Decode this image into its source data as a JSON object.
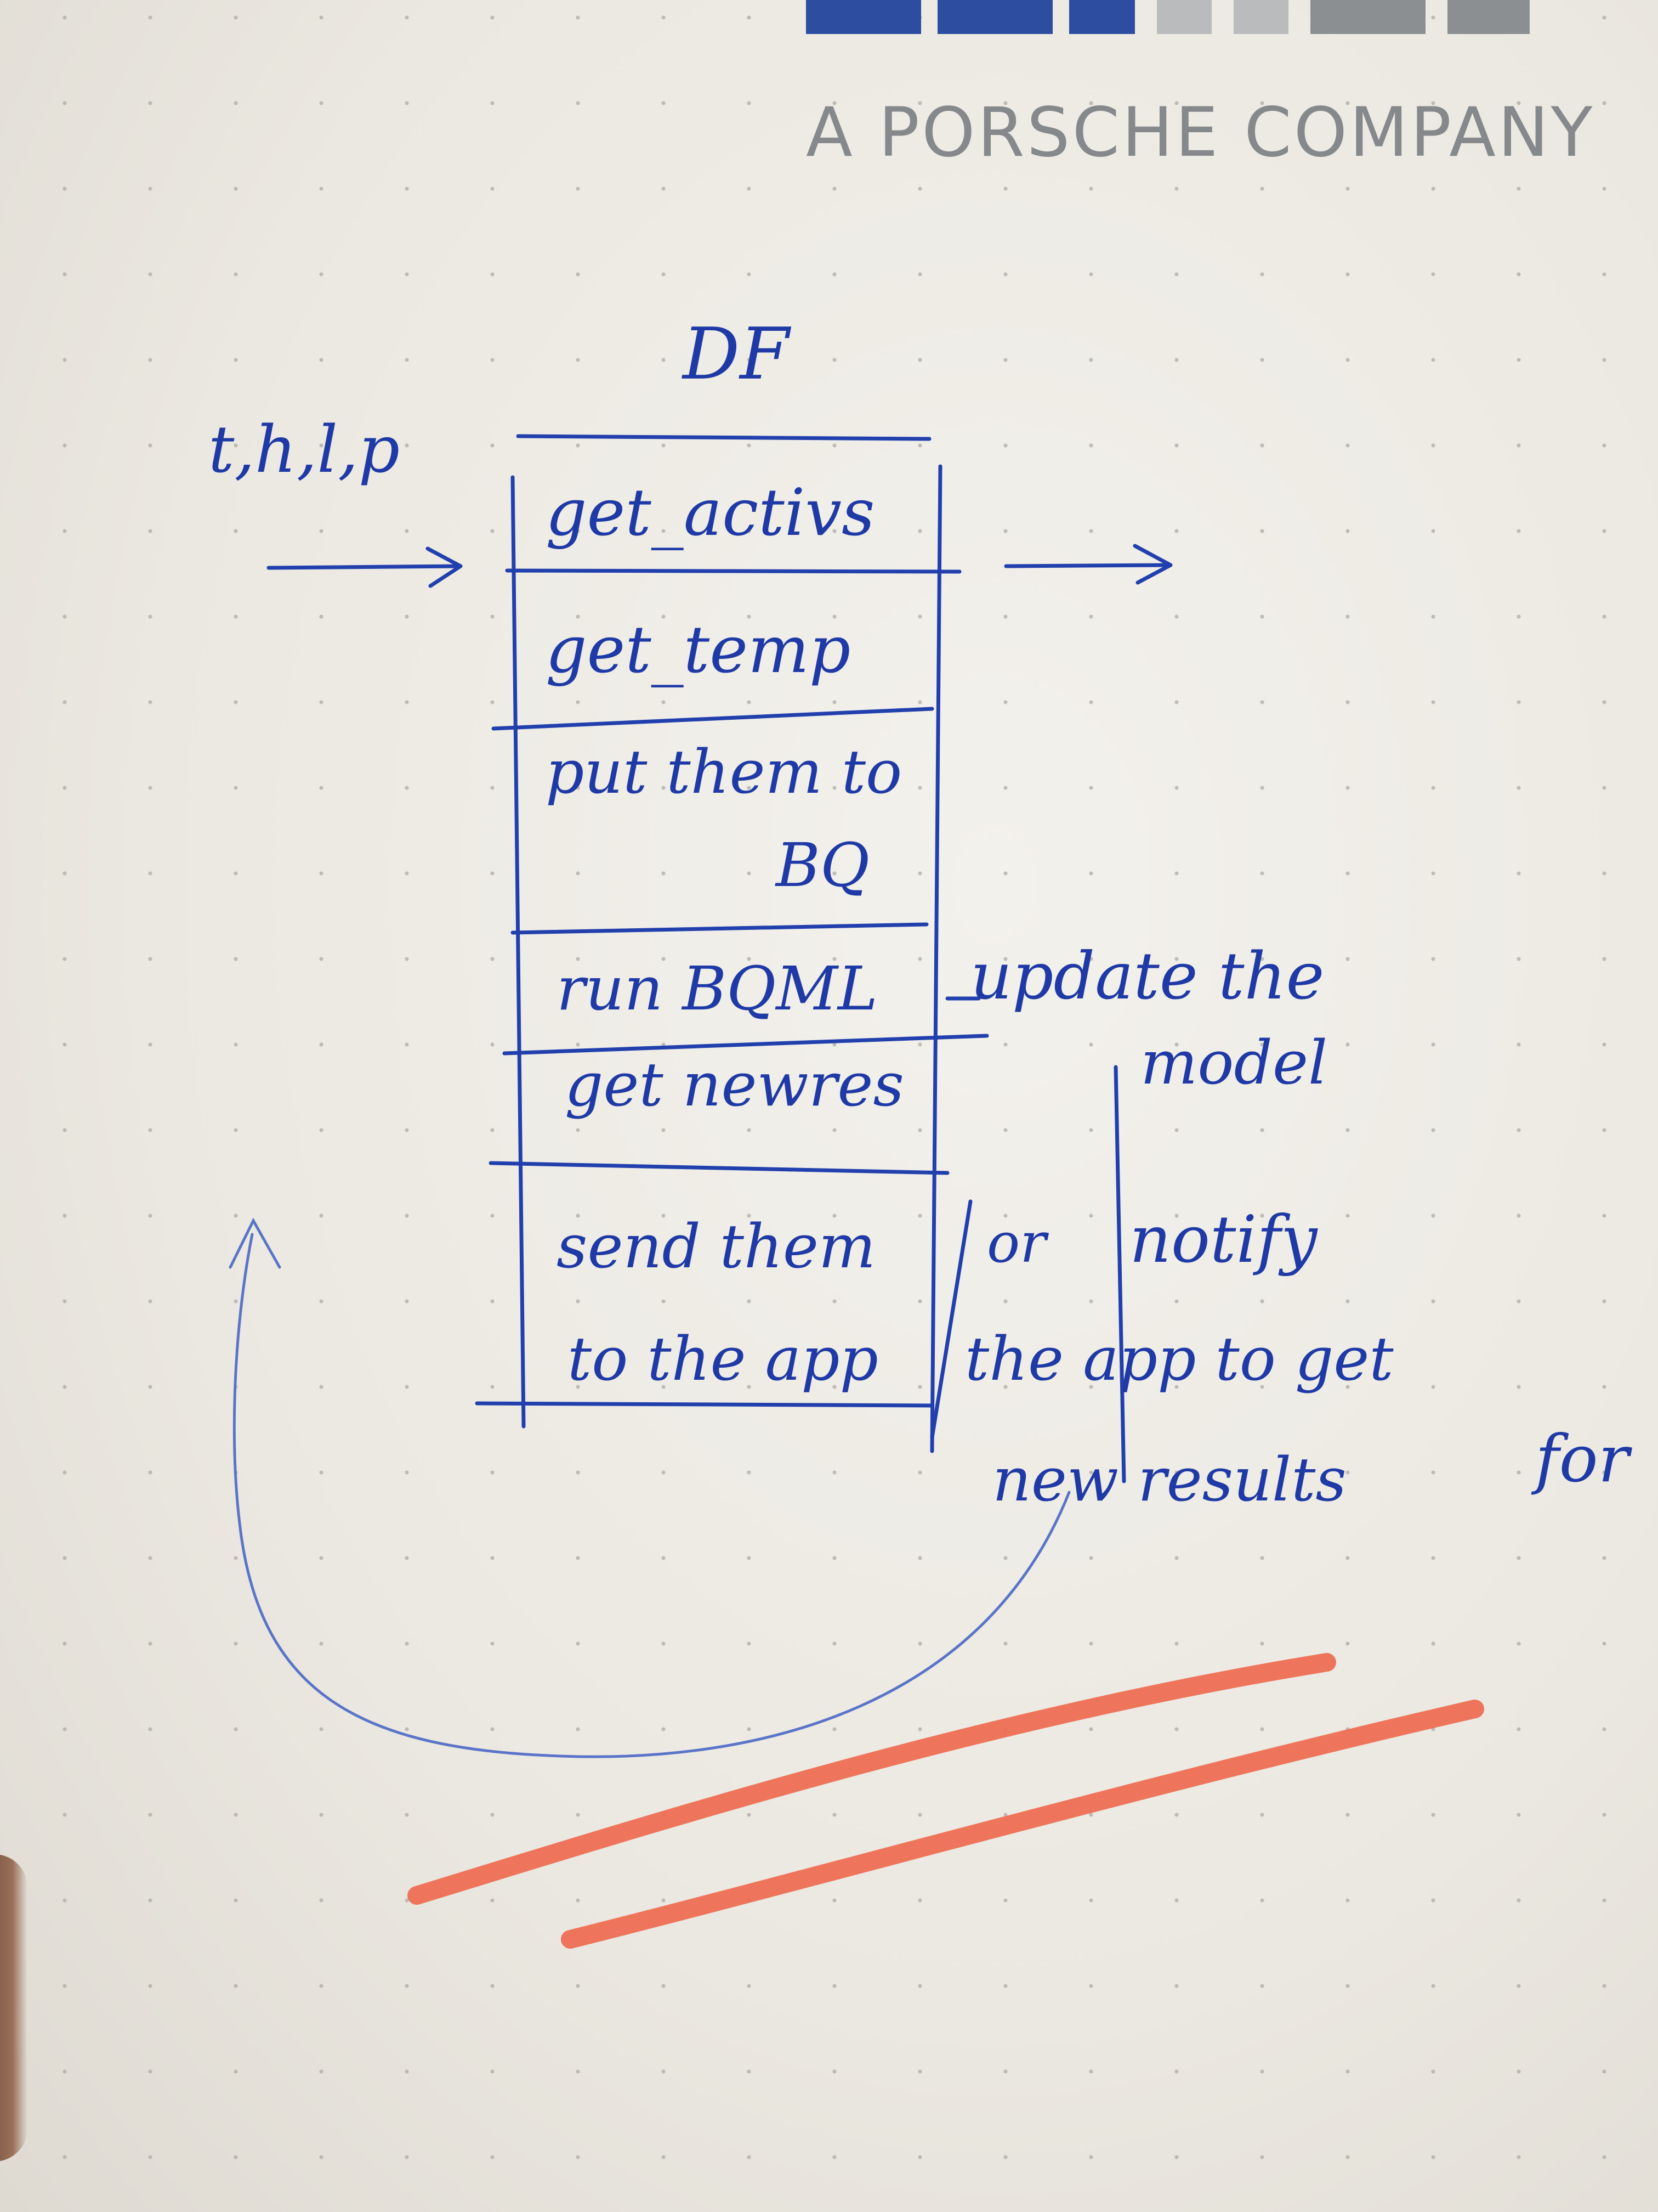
{
  "logo": {
    "tagline": "A PORSCHE COMPANY",
    "color": "#2d4da0"
  },
  "diagram": {
    "title": "DF",
    "input_label": "t,h,l,p",
    "steps": [
      {
        "id": "get_active",
        "lines": [
          "get_activs"
        ]
      },
      {
        "id": "get_temp",
        "lines": [
          "get_temp"
        ]
      },
      {
        "id": "put_to_bq",
        "lines": [
          "put them to",
          "BQ"
        ]
      },
      {
        "id": "run_bqml",
        "lines": [
          "run BQML"
        ]
      },
      {
        "id": "get_new_res",
        "lines": [
          "get newres"
        ]
      },
      {
        "id": "send_to_app",
        "lines": [
          "send them",
          "to the app"
        ]
      }
    ],
    "side_notes": {
      "update_model": [
        "update the",
        "model"
      ],
      "or": "or",
      "notify": [
        "notify",
        "the app to get",
        "new results"
      ],
      "cut_off": "for"
    }
  },
  "colors": {
    "ink": "#1f3aa6",
    "marker": "#ee6a4f",
    "paper": "#ebe8e1",
    "logo_text": "#86898c"
  }
}
